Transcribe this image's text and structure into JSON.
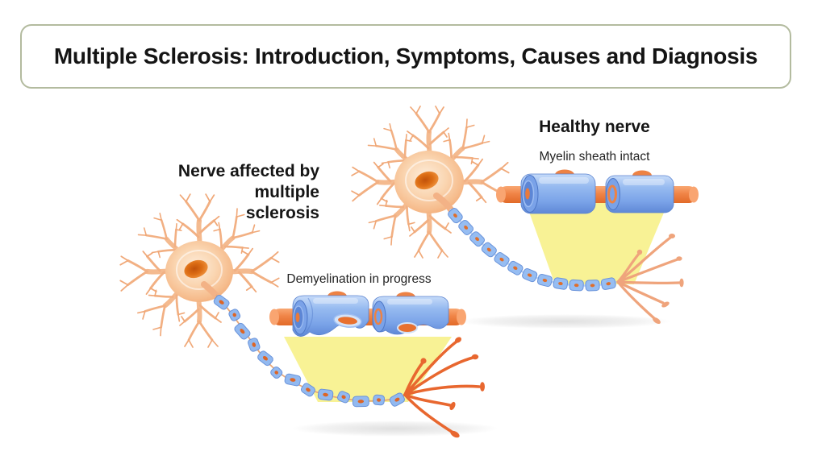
{
  "slide": {
    "title": "Multiple Sclerosis: Introduction, Symptoms, Causes and Diagnosis"
  },
  "healthy_nerve": {
    "label": "Healthy nerve",
    "sublabel": "Myelin sheath intact"
  },
  "ms_nerve": {
    "label_lines": [
      "Nerve affected by",
      "multiple",
      "sclerosis"
    ],
    "sublabel": "Demyelination in progress"
  },
  "colors": {
    "background": "#ffffff",
    "title_border": "#b3bb9f",
    "text": "#151515",
    "myelin_blue": "#8FB4EF",
    "myelin_blue_dark": "#5F88D6",
    "axon_orange": "#EE7F3F",
    "highlight_yellow": "#F8F295",
    "soma_peach": "#F6BD8E",
    "nucleus_orange": "#DD6E15",
    "healthy_terminal": "#EFA47C",
    "ms_terminal": "#E8672F"
  }
}
